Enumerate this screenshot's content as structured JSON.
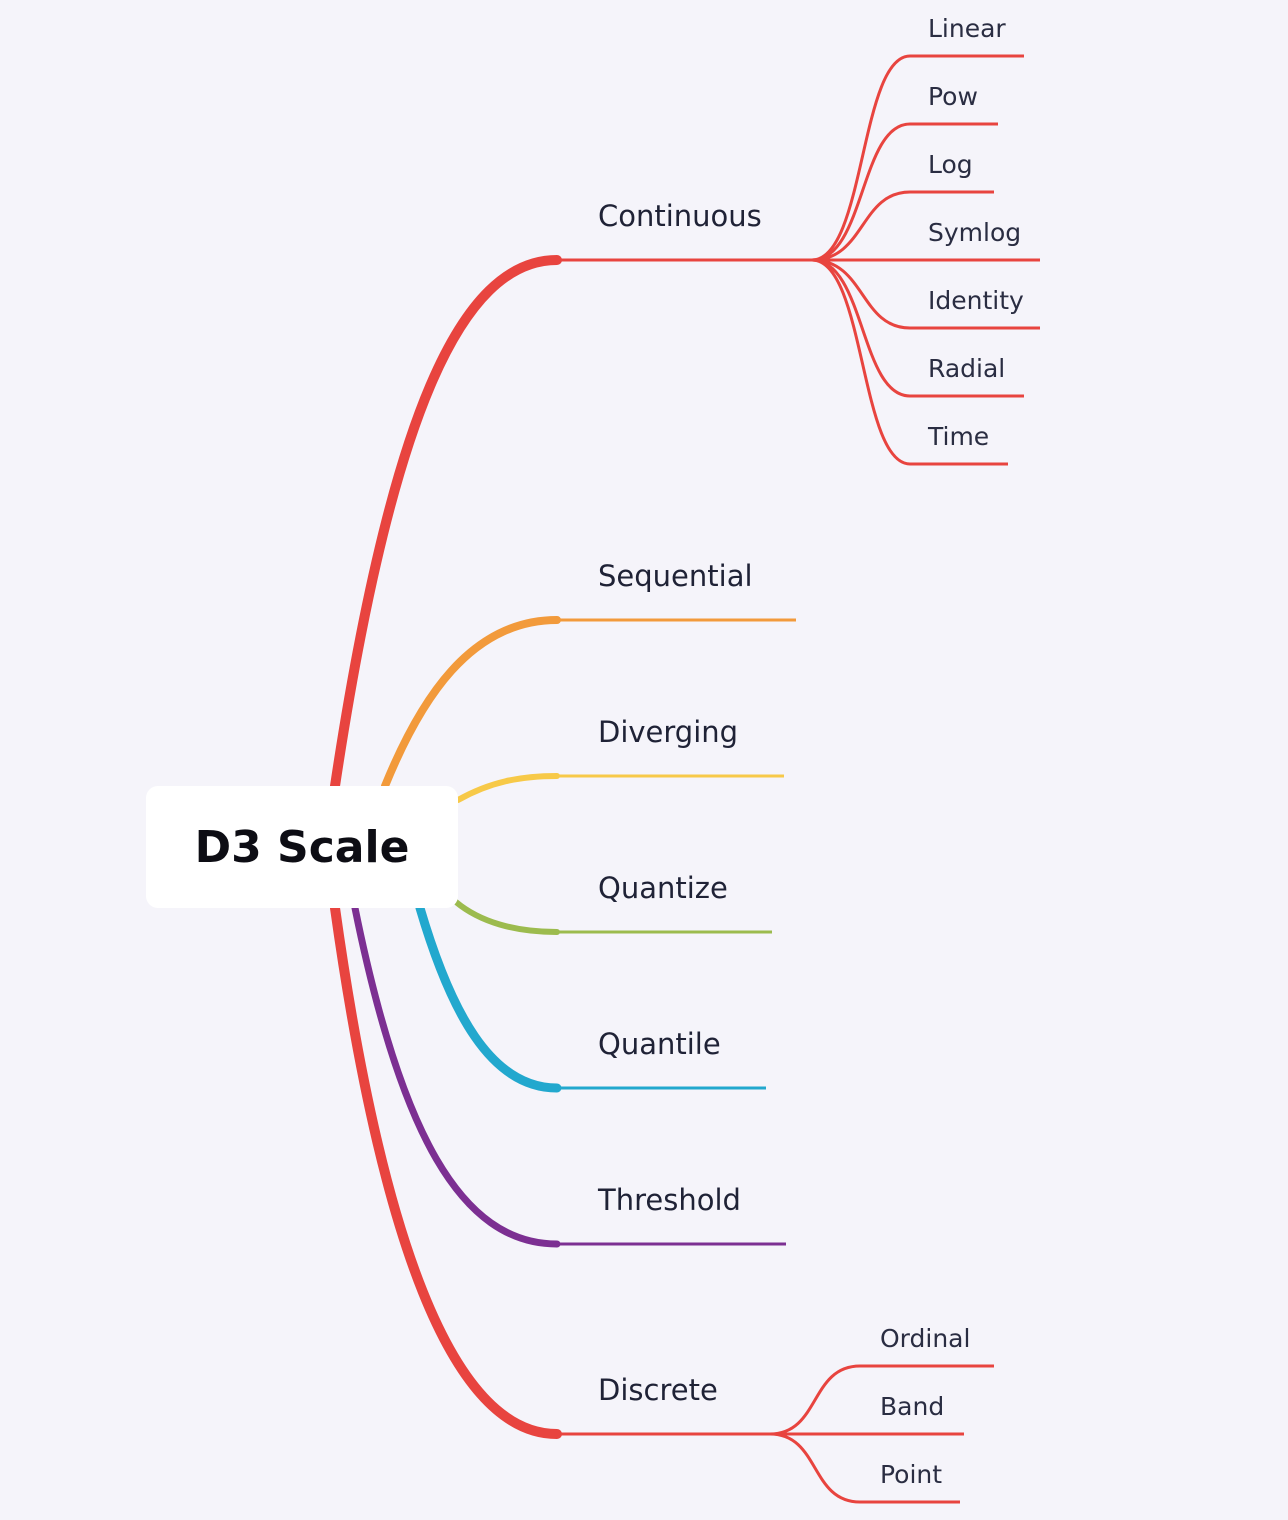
{
  "root": {
    "label": "D3 Scale"
  },
  "branches": [
    {
      "label": "Continuous",
      "color": "#e8443f",
      "children": [
        "Linear",
        "Pow",
        "Log",
        "Symlog",
        "Identity",
        "Radial",
        "Time"
      ]
    },
    {
      "label": "Sequential",
      "color": "#f29a3b",
      "children": []
    },
    {
      "label": "Diverging",
      "color": "#f7c948",
      "children": []
    },
    {
      "label": "Quantize",
      "color": "#9cbb4e",
      "children": []
    },
    {
      "label": "Quantile",
      "color": "#22a8ce",
      "children": []
    },
    {
      "label": "Threshold",
      "color": "#7c2f92",
      "children": []
    },
    {
      "label": "Discrete",
      "color": "#e8443f",
      "children": [
        "Ordinal",
        "Band",
        "Point"
      ]
    }
  ]
}
